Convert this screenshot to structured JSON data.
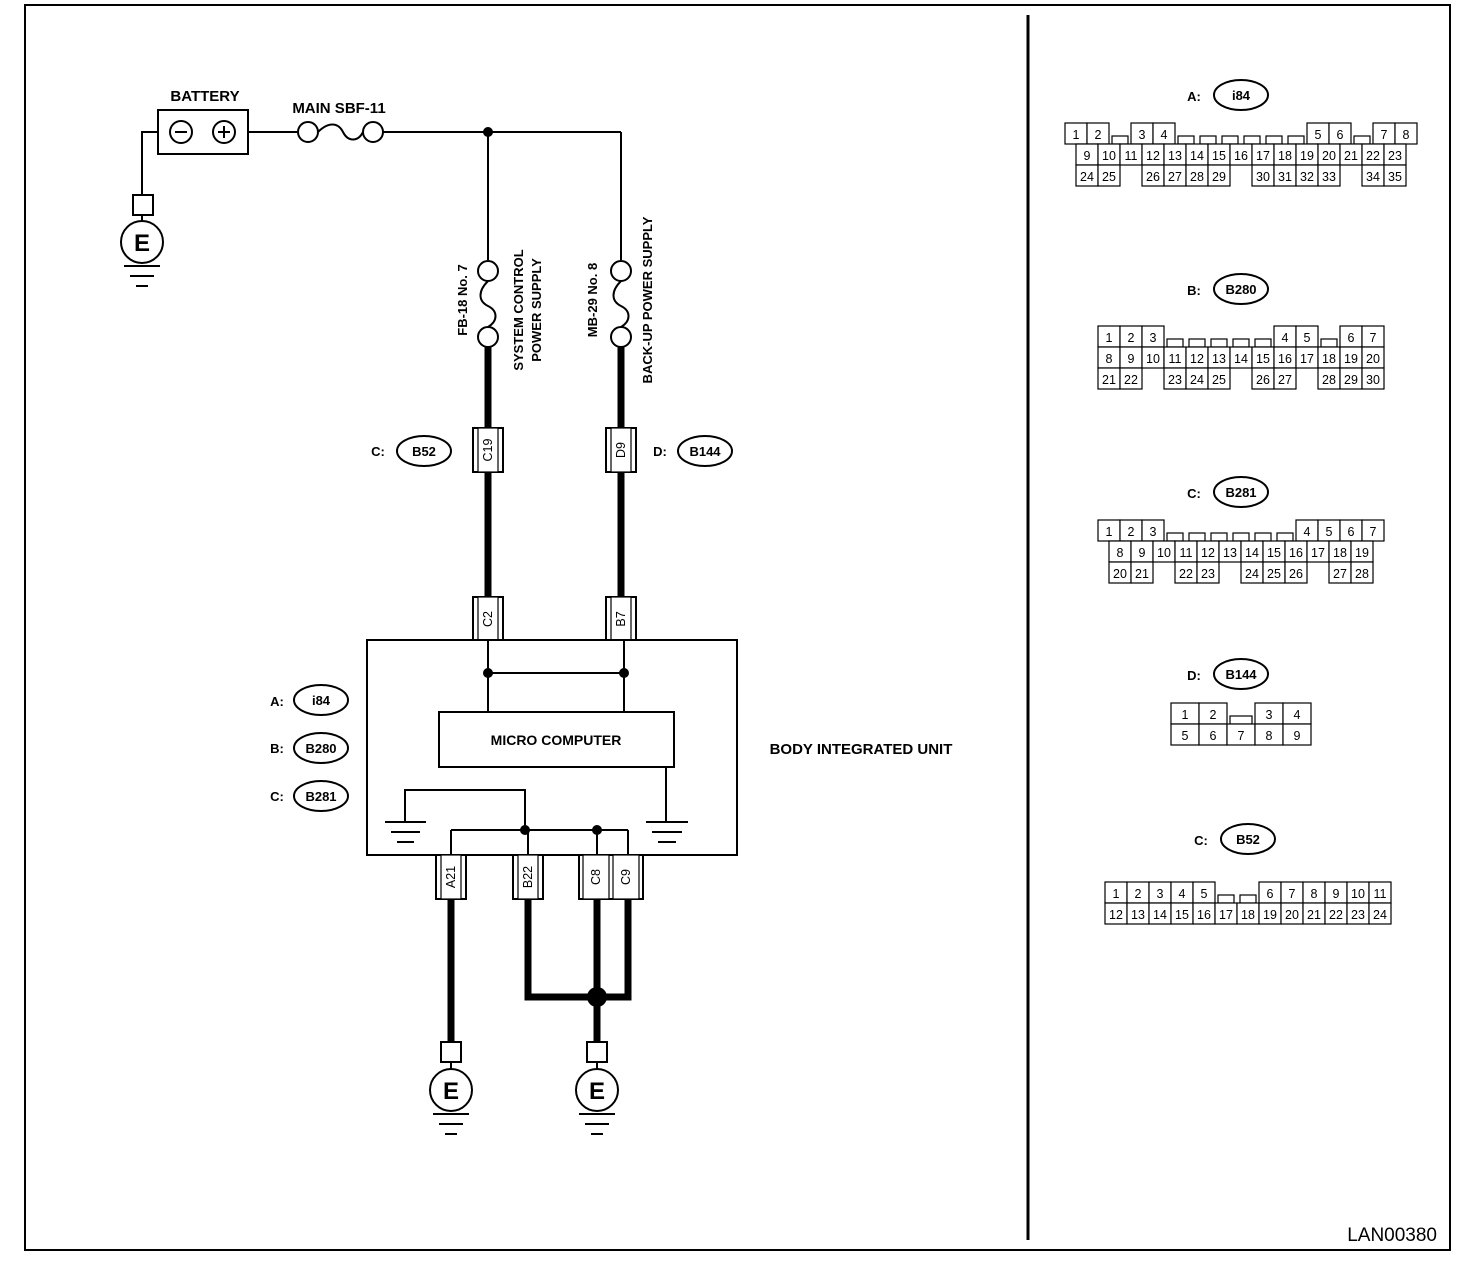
{
  "diagram_id": "LAN00380",
  "labels": {
    "battery": "BATTERY",
    "main_fuse": "MAIN SBF-11",
    "fuse_system": "FB-18 No. 7",
    "fuse_backup": "MB-29 No. 8",
    "system_supply_line1": "SYSTEM CONTROL",
    "system_supply_line2": "POWER SUPPLY",
    "backup_supply": "BACK-UP POWER SUPPLY",
    "micro_computer": "MICRO COMPUTER",
    "body_integrated_unit": "BODY INTEGRATED UNIT",
    "ground_symbol": "E",
    "battery_minus": "⊖",
    "battery_plus": "⊕"
  },
  "connector_refs": {
    "c_b52": {
      "prefix": "C:",
      "code": "B52"
    },
    "d_b144": {
      "prefix": "D:",
      "code": "B144"
    },
    "a_i84": {
      "prefix": "A:",
      "code": "i84"
    },
    "b_b280": {
      "prefix": "B:",
      "code": "B280"
    },
    "c_b281": {
      "prefix": "C:",
      "code": "B281"
    }
  },
  "terminals": {
    "c19": "C19",
    "d9": "D9",
    "c2": "C2",
    "b7": "B7",
    "a21": "A21",
    "b22": "B22",
    "c8": "C8",
    "c9": "C9"
  },
  "pinouts": [
    {
      "prefix": "A:",
      "code": "i84",
      "rows": [
        [
          "1",
          "2",
          "",
          "3",
          "4",
          "",
          "",
          "",
          "",
          "",
          "",
          "5",
          "6",
          "",
          "7",
          "8"
        ],
        [
          "9",
          "10",
          "11",
          "12",
          "13",
          "14",
          "15",
          "16",
          "17",
          "18",
          "19",
          "20",
          "21",
          "22",
          "23"
        ],
        [
          "24",
          "25",
          "",
          "26",
          "27",
          "28",
          "29",
          "",
          "30",
          "31",
          "32",
          "33",
          "",
          "34",
          "35"
        ]
      ]
    },
    {
      "prefix": "B:",
      "code": "B280",
      "rows": [
        [
          "1",
          "2",
          "3",
          "",
          "",
          "",
          "",
          "",
          "4",
          "5",
          "",
          "6",
          "7"
        ],
        [
          "8",
          "9",
          "10",
          "11",
          "12",
          "13",
          "14",
          "15",
          "16",
          "17",
          "18",
          "19",
          "20"
        ],
        [
          "21",
          "22",
          "",
          "23",
          "24",
          "25",
          "",
          "26",
          "27",
          "",
          "28",
          "29",
          "30"
        ]
      ]
    },
    {
      "prefix": "C:",
      "code": "B281",
      "rows": [
        [
          "1",
          "2",
          "3",
          "",
          "",
          "",
          "",
          "",
          "",
          "4",
          "5",
          "6",
          "7"
        ],
        [
          "8",
          "9",
          "10",
          "11",
          "12",
          "13",
          "14",
          "15",
          "16",
          "17",
          "18",
          "19"
        ],
        [
          "20",
          "21",
          "",
          "22",
          "23",
          "",
          "24",
          "25",
          "26",
          "",
          "27",
          "28"
        ]
      ]
    },
    {
      "prefix": "D:",
      "code": "B144",
      "rows": [
        [
          "1",
          "2",
          "",
          "3",
          "4"
        ],
        [
          "5",
          "6",
          "7",
          "8",
          "9"
        ]
      ]
    },
    {
      "prefix": "C:",
      "code": "B52",
      "rows": [
        [
          "1",
          "2",
          "3",
          "4",
          "5",
          "",
          "",
          "6",
          "7",
          "8",
          "9",
          "10",
          "11"
        ],
        [
          "12",
          "13",
          "14",
          "15",
          "16",
          "17",
          "18",
          "19",
          "20",
          "21",
          "22",
          "23",
          "24"
        ]
      ]
    }
  ]
}
